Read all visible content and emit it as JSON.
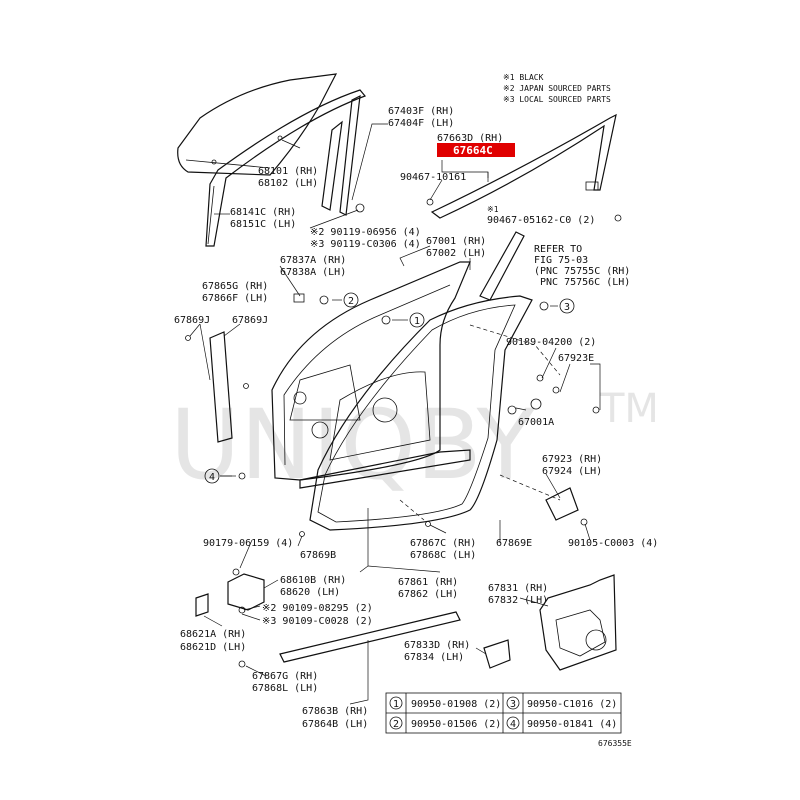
{
  "notes": [
    "※1 BLACK",
    "※2 JAPAN SOURCED PARTS",
    "※3 LOCAL SOURCED PARTS"
  ],
  "highlight": {
    "label": "67664C",
    "color": "#e00000"
  },
  "watermark": {
    "text": "UNIQBY",
    "tm": "TM"
  },
  "drawing_id": "676355E",
  "labels": {
    "l1": "67403F (RH)",
    "l2": "67404F (LH)",
    "l3": "67663D (RH)",
    "l4": "90467-10161",
    "l5": "68101 (RH)",
    "l6": "68102 (LH)",
    "l7": "※1",
    "l8": "90467-05162-C0 (2)",
    "l9": "68141C (RH)",
    "l10": "68151C (LH)",
    "l11": "※2 90119-06956 (4)",
    "l12": "※3 90119-C0306 (4)",
    "l13": "67001 (RH)",
    "l14": "67002 (LH)",
    "l15": "REFER TO",
    "l16": "FIG 75-03",
    "l17": "(PNC 75755C (RH)",
    "l18": "PNC 75756C (LH)",
    "l19": "67837A (RH)",
    "l20": "67838A (LH)",
    "l21": "67865G (RH)",
    "l22": "67866F (LH)",
    "l23": "67869J",
    "l24": "67869J",
    "l25": "90189-04200 (2)",
    "l26": "67923E",
    "l27": "67001A",
    "l28": "67923 (RH)",
    "l29": "67924 (LH)",
    "l30": "90179-06159 (4)",
    "l31": "67869B",
    "l32": "67867C (RH)",
    "l33": "67868C (LH)",
    "l34": "67869E",
    "l35": "90105-C0003 (4)",
    "l36": "68610B (RH)",
    "l37": "68620 (LH)",
    "l38": "67861 (RH)",
    "l39": "67862 (LH)",
    "l40": "67831 (RH)",
    "l41": "67832 (LH)",
    "l42": "※2 90109-08295 (2)",
    "l43": "※3 90109-C0028 (2)",
    "l44": "68621A (RH)",
    "l45": "68621D (LH)",
    "l46": "67833D (RH)",
    "l47": "67834 (LH)",
    "l48": "67867G (RH)",
    "l49": "67868L (LH)",
    "l50": "67863B (RH)",
    "l51": "67864B (LH)"
  },
  "callouts": {
    "c1": "2",
    "c2": "1",
    "c3": "3",
    "c4": "4"
  },
  "legend_table": [
    {
      "num": "1",
      "part": "90950-01908 (2)"
    },
    {
      "num": "3",
      "part": "90950-C1016 (2)"
    },
    {
      "num": "2",
      "part": "90950-01506 (2)"
    },
    {
      "num": "4",
      "part": "90950-01841 (4)"
    }
  ]
}
